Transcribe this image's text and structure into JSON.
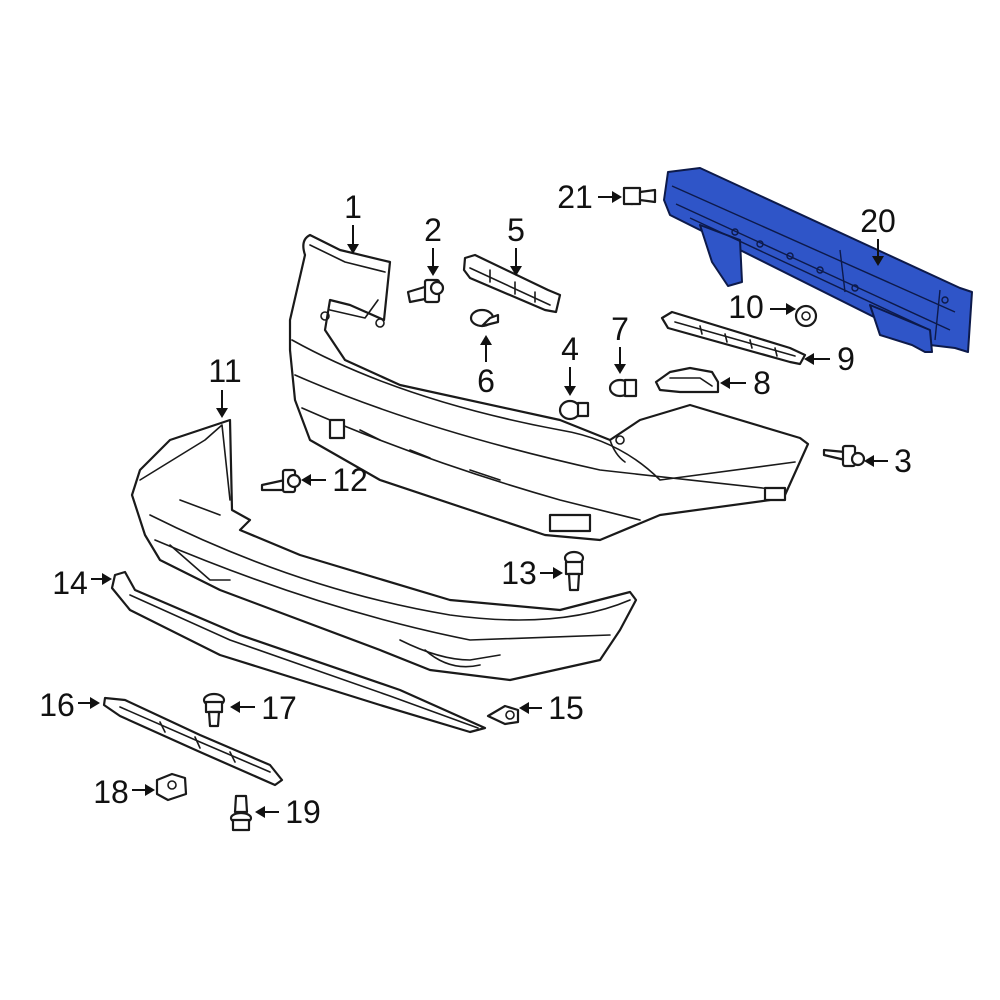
{
  "diagram": {
    "highlight_color": "#2f55c8",
    "callouts": [
      {
        "id": "c1",
        "label": "1"
      },
      {
        "id": "c2",
        "label": "2"
      },
      {
        "id": "c3",
        "label": "3"
      },
      {
        "id": "c4",
        "label": "4"
      },
      {
        "id": "c5",
        "label": "5"
      },
      {
        "id": "c6",
        "label": "6"
      },
      {
        "id": "c7",
        "label": "7"
      },
      {
        "id": "c8",
        "label": "8"
      },
      {
        "id": "c9",
        "label": "9"
      },
      {
        "id": "c10",
        "label": "10"
      },
      {
        "id": "c11",
        "label": "11"
      },
      {
        "id": "c12",
        "label": "12"
      },
      {
        "id": "c13",
        "label": "13"
      },
      {
        "id": "c14",
        "label": "14"
      },
      {
        "id": "c15",
        "label": "15"
      },
      {
        "id": "c16",
        "label": "16"
      },
      {
        "id": "c17",
        "label": "17"
      },
      {
        "id": "c18",
        "label": "18"
      },
      {
        "id": "c19",
        "label": "19"
      },
      {
        "id": "c20",
        "label": "20"
      },
      {
        "id": "c21",
        "label": "21"
      }
    ]
  }
}
